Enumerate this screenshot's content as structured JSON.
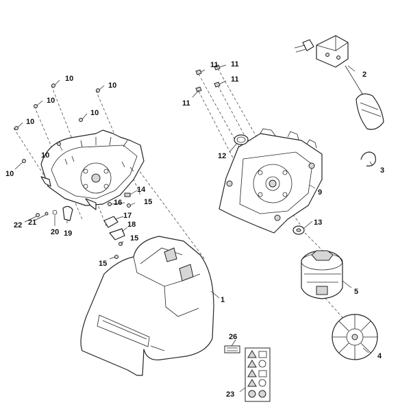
{
  "callouts": {
    "c1": "1",
    "c2": "2",
    "c3": "3",
    "c4": "4",
    "c5": "5",
    "c9": "9",
    "c10": "10",
    "c11": "11",
    "c12": "12",
    "c13": "13",
    "c14": "14",
    "c15": "15",
    "c16": "16",
    "c17": "17",
    "c18": "18",
    "c19": "19",
    "c20": "20",
    "c21": "21",
    "c22": "22",
    "c23": "23",
    "c26": "26"
  },
  "colors": {
    "line": "#222222",
    "part_fill": "#ffffff",
    "shade": "#d6d6d6"
  },
  "icons": [
    "warning-icon",
    "book-icon",
    "eye-protection-icon",
    "no-hands-icon"
  ]
}
